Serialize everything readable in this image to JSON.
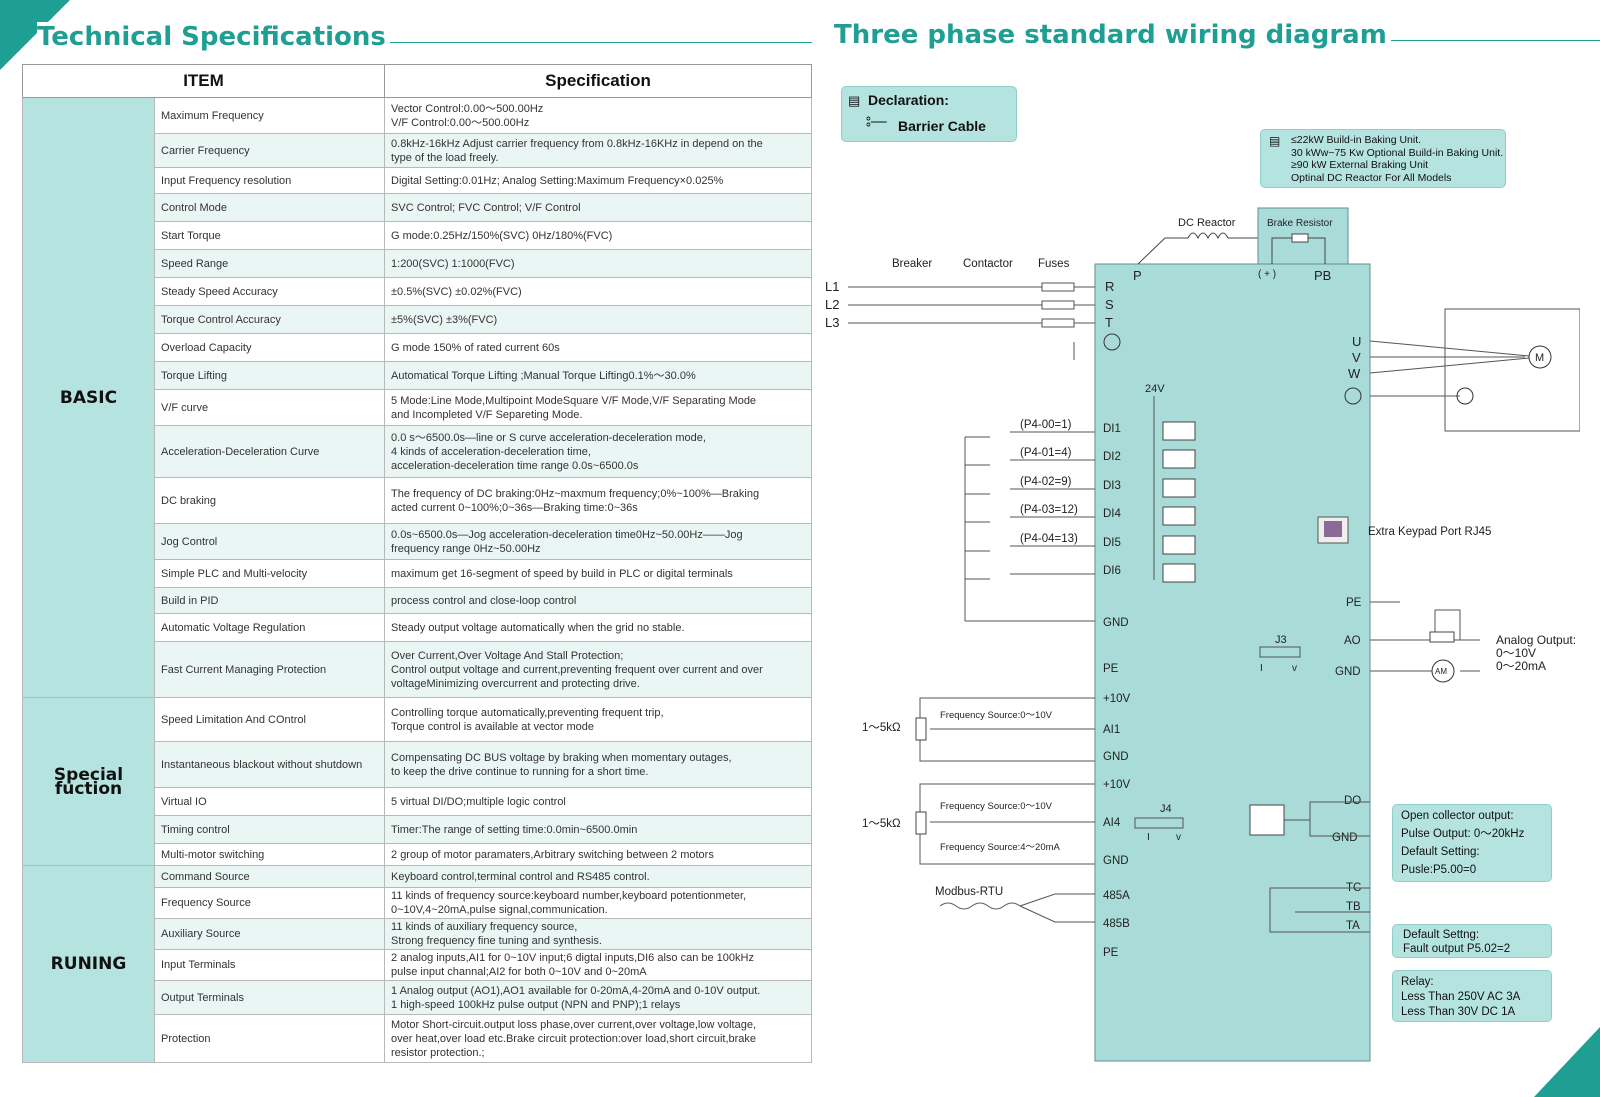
{
  "spec_section": {
    "title": "Technical Specifications",
    "header_item": "ITEM",
    "header_spec": "Specification",
    "groups": [
      {
        "name": "BASIC",
        "rows": [
          {
            "item": "Maximum Frequency",
            "spec": "Vector Control:0.00～500.00Hz\nV/F Control:0.00～500.00Hz"
          },
          {
            "item": "Carrier Frequency",
            "spec": "0.8kHz-16kHz Adjust carrier frequency from 0.8kHz-16KHz in depend on the\ntype of the load freely."
          },
          {
            "item": "Input Frequency resolution",
            "spec": "Digital Setting:0.01Hz; Analog Setting:Maximum Frequency×0.025%"
          },
          {
            "item": "Control Mode",
            "spec": "SVC Control;  FVC Control;  V/F Control"
          },
          {
            "item": "Start Torque",
            "spec": "G mode:0.25Hz/150%(SVC)        0Hz/180%(FVC)"
          },
          {
            "item": "Speed Range",
            "spec": "1:200(SVC)     1:1000(FVC)"
          },
          {
            "item": "Steady Speed Accuracy",
            "spec": "±0.5%(SVC)     ±0.02%(FVC)"
          },
          {
            "item": "Torque Control Accuracy",
            "spec": "±5%(SVC)        ±3%(FVC)"
          },
          {
            "item": "Overload Capacity",
            "spec": "G mode 150% of rated current 60s"
          },
          {
            "item": "Torque Lifting",
            "spec": "Automatical Torque Lifting ;Manual Torque Lifting0.1%～30.0%"
          },
          {
            "item": "V/F curve",
            "spec": "5 Mode:Line Mode,Multipoint ModeSquare V/F Mode,V/F Separating Mode\nand Incompleted V/F Separeting Mode."
          },
          {
            "item": "Acceleration-Deceleration Curve",
            "spec": "0.0 s～6500.0s—line or S curve acceleration-deceleration mode,\n4 kinds of acceleration-deceleration time,\nacceleration-deceleration time range 0.0s~6500.0s"
          },
          {
            "item": "DC braking",
            "spec": "The frequency of DC braking:0Hz~maxmum frequency;0%~100%—Braking\nacted current 0~100%;0~36s—Braking time:0~36s"
          },
          {
            "item": "Jog Control",
            "spec": "0.0s~6500.0s—Jog acceleration-deceleration time0Hz~50.00Hz——Jog\nfrequency range 0Hz~50.00Hz"
          },
          {
            "item": "Simple PLC and Multi-velocity",
            "spec": "maximum get 16-segment of speed by build in PLC or digital terminals"
          },
          {
            "item": "Build in PID",
            "spec": "process control and close-loop control"
          },
          {
            "item": "Automatic Voltage Regulation",
            "spec": "Steady output voltage automatically when the grid no stable."
          },
          {
            "item": "Fast Current Managing Protection",
            "spec": "Over Current,Over Voltage And Stall Protection;\nControl output voltage and current,preventing frequent over current and over\nvoltageMinimizing overcurrent and protecting drive."
          }
        ]
      },
      {
        "name": "Special fuction",
        "rows": [
          {
            "item": "Speed Limitation And COntrol",
            "spec": "Controlling torque automatically,preventing frequent trip,\nTorque control is available at vector mode"
          },
          {
            "item": "Instantaneous blackout without shutdown",
            "spec": "Compensating DC BUS voltage by braking when momentary outages,\nto keep the drive continue to running for a short time."
          },
          {
            "item": "Virtual IO",
            "spec": "5 virtual DI/DO;multiple logic control"
          },
          {
            "item": "Timing control",
            "spec": "Timer:The range of setting time:0.0min~6500.0min"
          },
          {
            "item": "Multi-motor switching",
            "spec": "2 group of motor paramaters,Arbitrary switching between 2 motors"
          }
        ]
      },
      {
        "name": "RUNING",
        "rows": [
          {
            "item": "Command Source",
            "spec": "Keyboard control,terminal control and RS485 control."
          },
          {
            "item": "Frequency Source",
            "spec": "11 kinds of frequency source:keyboard number,keyboard potentionmeter,\n0~10V,4~20mA,pulse signal,communication."
          },
          {
            "item": "Auxiliary Source",
            "spec": "11 kinds of auxiliary frequency source,\nStrong frequency fine tuning and synthesis."
          },
          {
            "item": "Input Terminals",
            "spec": "2 analog inputs,AI1 for 0~10V input;6 digtal inputs,DI6 also can be 100kHz\npulse input channal;AI2 for both 0~10V and 0~20mA"
          },
          {
            "item": "Output Terminals",
            "spec": "1 Analog output (AO1),AO1 available for 0-20mA,4-20mA and 0-10V output.\n1 high-speed 100kHz pulse output (NPN and PNP);1 relays"
          },
          {
            "item": "Protection",
            "spec": "Motor Short-circuit.output loss phase,over current,over voltage,low voltage,\nover heat,over load etc.Brake circuit protection:over load,short circuit,brake\nresistor protection.;"
          }
        ]
      }
    ]
  },
  "wiring_section": {
    "title": "Three phase standard wiring diagram",
    "declaration": {
      "title": "Declaration:",
      "cable": "Barrier  Cable"
    },
    "baking_note": [
      "≤22kW Build-in Baking Unit.",
      "30 kWw~75 Kw Optional Build-in Baking Unit.",
      "≥90 kW External Braking Unit",
      "Optinal DC Reactor For All Models"
    ],
    "labels": {
      "dc_reactor": "DC Reactor",
      "brake_resistor": "Brake Resistor",
      "breaker": "Breaker",
      "contactor": "Contactor",
      "fuses": "Fuses",
      "p": "P",
      "plus": "( + )",
      "pb": "PB",
      "l1": "L1",
      "l2": "L2",
      "l3": "L3",
      "r": "R",
      "s": "S",
      "t": "T",
      "u": "U",
      "v": "V",
      "w": "W",
      "motor": "M",
      "v24": "24V",
      "di1": "DI1",
      "di2": "DI2",
      "di3": "DI3",
      "di4": "DI4",
      "di5": "DI5",
      "di6": "DI6",
      "p4_00": "(P4-00=1)",
      "p4_01": "(P4-01=4)",
      "p4_02": "(P4-02=9)",
      "p4_03": "(P4-03=12)",
      "p4_04": "(P4-04=13)",
      "gnd": "GND",
      "pe": "PE",
      "plus10v": "+10V",
      "ai1": "AI1",
      "ai4": "AI4",
      "r_5k": "1～5kΩ",
      "freq_src_10v": "Frequency Source:0～10V",
      "freq_src_20ma": "Frequency Source:4～20mA",
      "keypad": "Extra Keypad Port RJ45",
      "ao": "AO",
      "j3": "J3",
      "j4": "J4",
      "i": "I",
      "v_small": "v",
      "am": "AM",
      "analog_out_1": "Analog Output:",
      "analog_out_2": "0～10V",
      "analog_out_3": "0～20mA",
      "modbus": "Modbus-RTU",
      "a485": "485A",
      "b485": "485B",
      "do": "DO",
      "tc": "TC",
      "tb": "TB",
      "ta": "TA"
    },
    "open_collector": [
      "Open collector output:",
      "Pulse Output: 0～20kHz",
      "Default Setting:",
      "Pusle:P5.00=0"
    ],
    "default_setting": [
      "Default Settng:",
      "Fault output P5.02=2"
    ],
    "relay": [
      "Relay:",
      "Less Than 250V AC 3A",
      "Less Than 30V DC 1A"
    ]
  },
  "colors": {
    "accent": "#1f9e94",
    "panel": "#b5e3df",
    "drive_body": "#a9dcd8"
  }
}
